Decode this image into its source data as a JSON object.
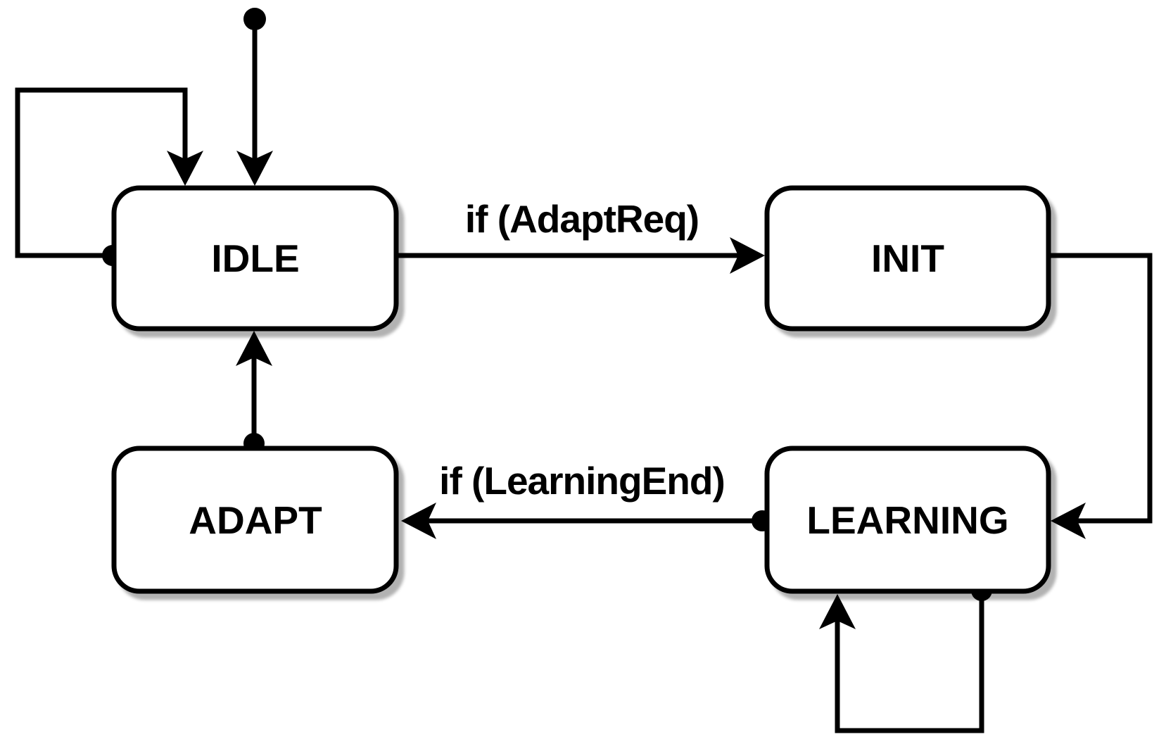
{
  "diagram": {
    "type": "uml-state-machine",
    "background_color": "#ffffff",
    "stroke_color": "#000000",
    "states": [
      {
        "id": "idle",
        "label": "IDLE"
      },
      {
        "id": "init",
        "label": "INIT"
      },
      {
        "id": "adapt",
        "label": "ADAPT"
      },
      {
        "id": "learning",
        "label": "LEARNING"
      }
    ],
    "transitions": [
      {
        "from": "initial",
        "to": "idle",
        "label": ""
      },
      {
        "from": "idle",
        "to": "idle",
        "label": "",
        "kind": "self-loop"
      },
      {
        "from": "idle",
        "to": "init",
        "label": "if (AdaptReq)"
      },
      {
        "from": "init",
        "to": "learning",
        "label": ""
      },
      {
        "from": "learning",
        "to": "adapt",
        "label": "if (LearningEnd)"
      },
      {
        "from": "adapt",
        "to": "idle",
        "label": ""
      },
      {
        "from": "learning",
        "to": "learning",
        "label": "",
        "kind": "self-loop"
      }
    ]
  }
}
